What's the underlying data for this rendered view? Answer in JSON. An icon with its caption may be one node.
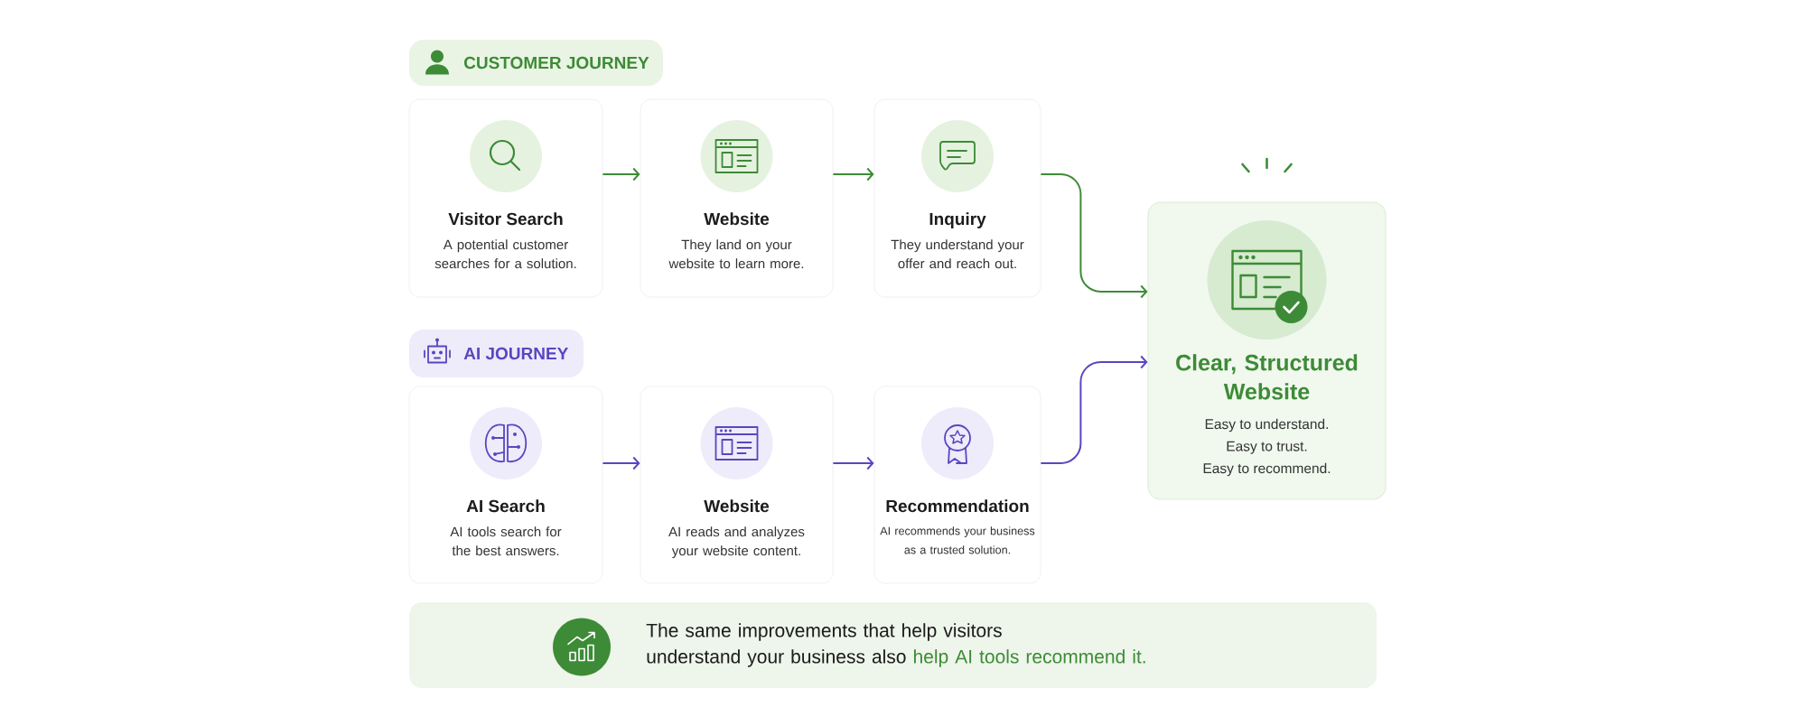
{
  "diagram": {
    "nodes": [
      {
        "text": [
          "CUSTOMER JOURNEY"
        ]
      },
      {
        "text": [
          "Visitor Search",
          "A potential customer searches for a solution."
        ]
      },
      {
        "text": [
          "Website",
          "They land on your website to learn more."
        ]
      },
      {
        "text": [
          "Inquiry",
          "They understand your offer and reach out."
        ]
      },
      {
        "text": [
          "AI JOURNEY"
        ]
      },
      {
        "text": [
          "AI Search",
          "AI tools search for the best answers."
        ]
      },
      {
        "text": [
          "Website",
          "AI reads and analyzes your website content."
        ]
      },
      {
        "text": [
          "Recommendation",
          "AI recommends your business as a trusted solution."
        ]
      },
      {
        "text": [
          "Clear, Structured Website",
          "Easy to understand.",
          "Easy to trust.",
          "Easy to recommend."
        ]
      },
      {
        "text": [
          "The same improvements that help visitors understand your business also",
          "help AI tools recommend it."
        ]
      }
    ],
    "edges": [
      {
        "from": 1,
        "to": 2,
        "arrow": "to",
        "color": "#3d8b37"
      },
      {
        "from": 2,
        "to": 3,
        "arrow": "to",
        "color": "#3d8b37"
      },
      {
        "from": 3,
        "to": 8,
        "arrow": "to",
        "color": "#3d8b37"
      },
      {
        "from": 5,
        "to": 6,
        "arrow": "to",
        "color": "#5b45c0"
      },
      {
        "from": 6,
        "to": 7,
        "arrow": "to",
        "color": "#5b45c0"
      },
      {
        "from": 7,
        "to": 8,
        "arrow": "to",
        "color": "#5b45c0"
      }
    ]
  }
}
